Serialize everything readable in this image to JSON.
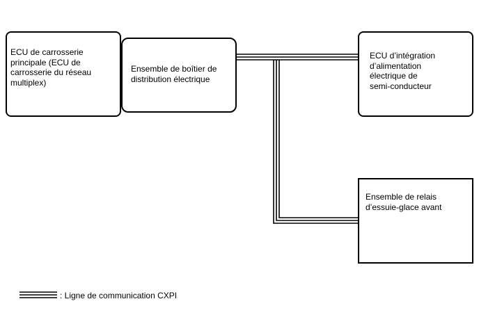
{
  "components": {
    "ecu_carrosserie": {
      "label": "ECU de carrosserie\nprincipale (ECU de\ncarrosserie du réseau\nmultiplex)"
    },
    "boitier_distribution": {
      "label": "Ensemble de boîtier de\ndistribution électrique"
    },
    "ecu_integration": {
      "label": "ECU d’intégration\nd’alimentation\nélectrique de\nsemi-conducteur"
    },
    "relais_essuie_glace": {
      "label": "Ensemble de relais\nd’essuie-glace avant"
    }
  },
  "legend": {
    "label": ": Ligne de communication CXPI"
  },
  "colors": {
    "line": "#000000",
    "background": "#ffffff"
  }
}
